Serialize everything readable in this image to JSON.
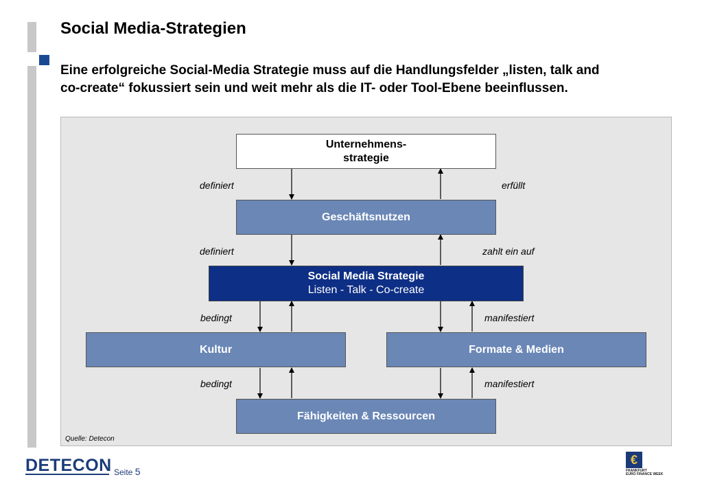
{
  "header": {
    "title": "Social Media-Strategien",
    "subtitle_line1": "Eine erfolgreiche Social-Media Strategie muss auf die Handlungsfelder „listen, talk and",
    "subtitle_line2": "co-create“ fokussiert sein und weit mehr als die IT- oder Tool-Ebene beeinflussen."
  },
  "diagram": {
    "boxes": {
      "unternehmensstrategie_line1": "Unternehmens-",
      "unternehmensstrategie_line2": "strategie",
      "geschaeftsnutzen": "Geschäftsnutzen",
      "sms_line1": "Social Media Strategie",
      "sms_line2": "Listen - Talk - Co-create",
      "kultur": "Kultur",
      "formate": "Formate & Medien",
      "faehigkeiten": "Fähigkeiten & Ressourcen"
    },
    "labels": {
      "definiert_top": "definiert",
      "erfuellt": "erfüllt",
      "definiert_mid": "definiert",
      "zahlt_ein_auf": "zahlt ein auf",
      "bedingt_top": "bedingt",
      "manifestiert_top": "manifestiert",
      "bedingt_bottom": "bedingt",
      "manifestiert_bottom": "manifestiert"
    },
    "source": "Quelle: Detecon"
  },
  "footer": {
    "logo": "DETECON",
    "page_label": "Seite",
    "page_number": "5",
    "partner_logo_line1": "FRANKFURT",
    "partner_logo_line2": "EURO FINANCE WEEK"
  },
  "colors": {
    "accent": "#1a4a93",
    "box_mid": "#6a87b6",
    "box_dark": "#0e2f86",
    "panel": "#e6e6e6",
    "sidebar_bar": "#c8c8c8"
  }
}
